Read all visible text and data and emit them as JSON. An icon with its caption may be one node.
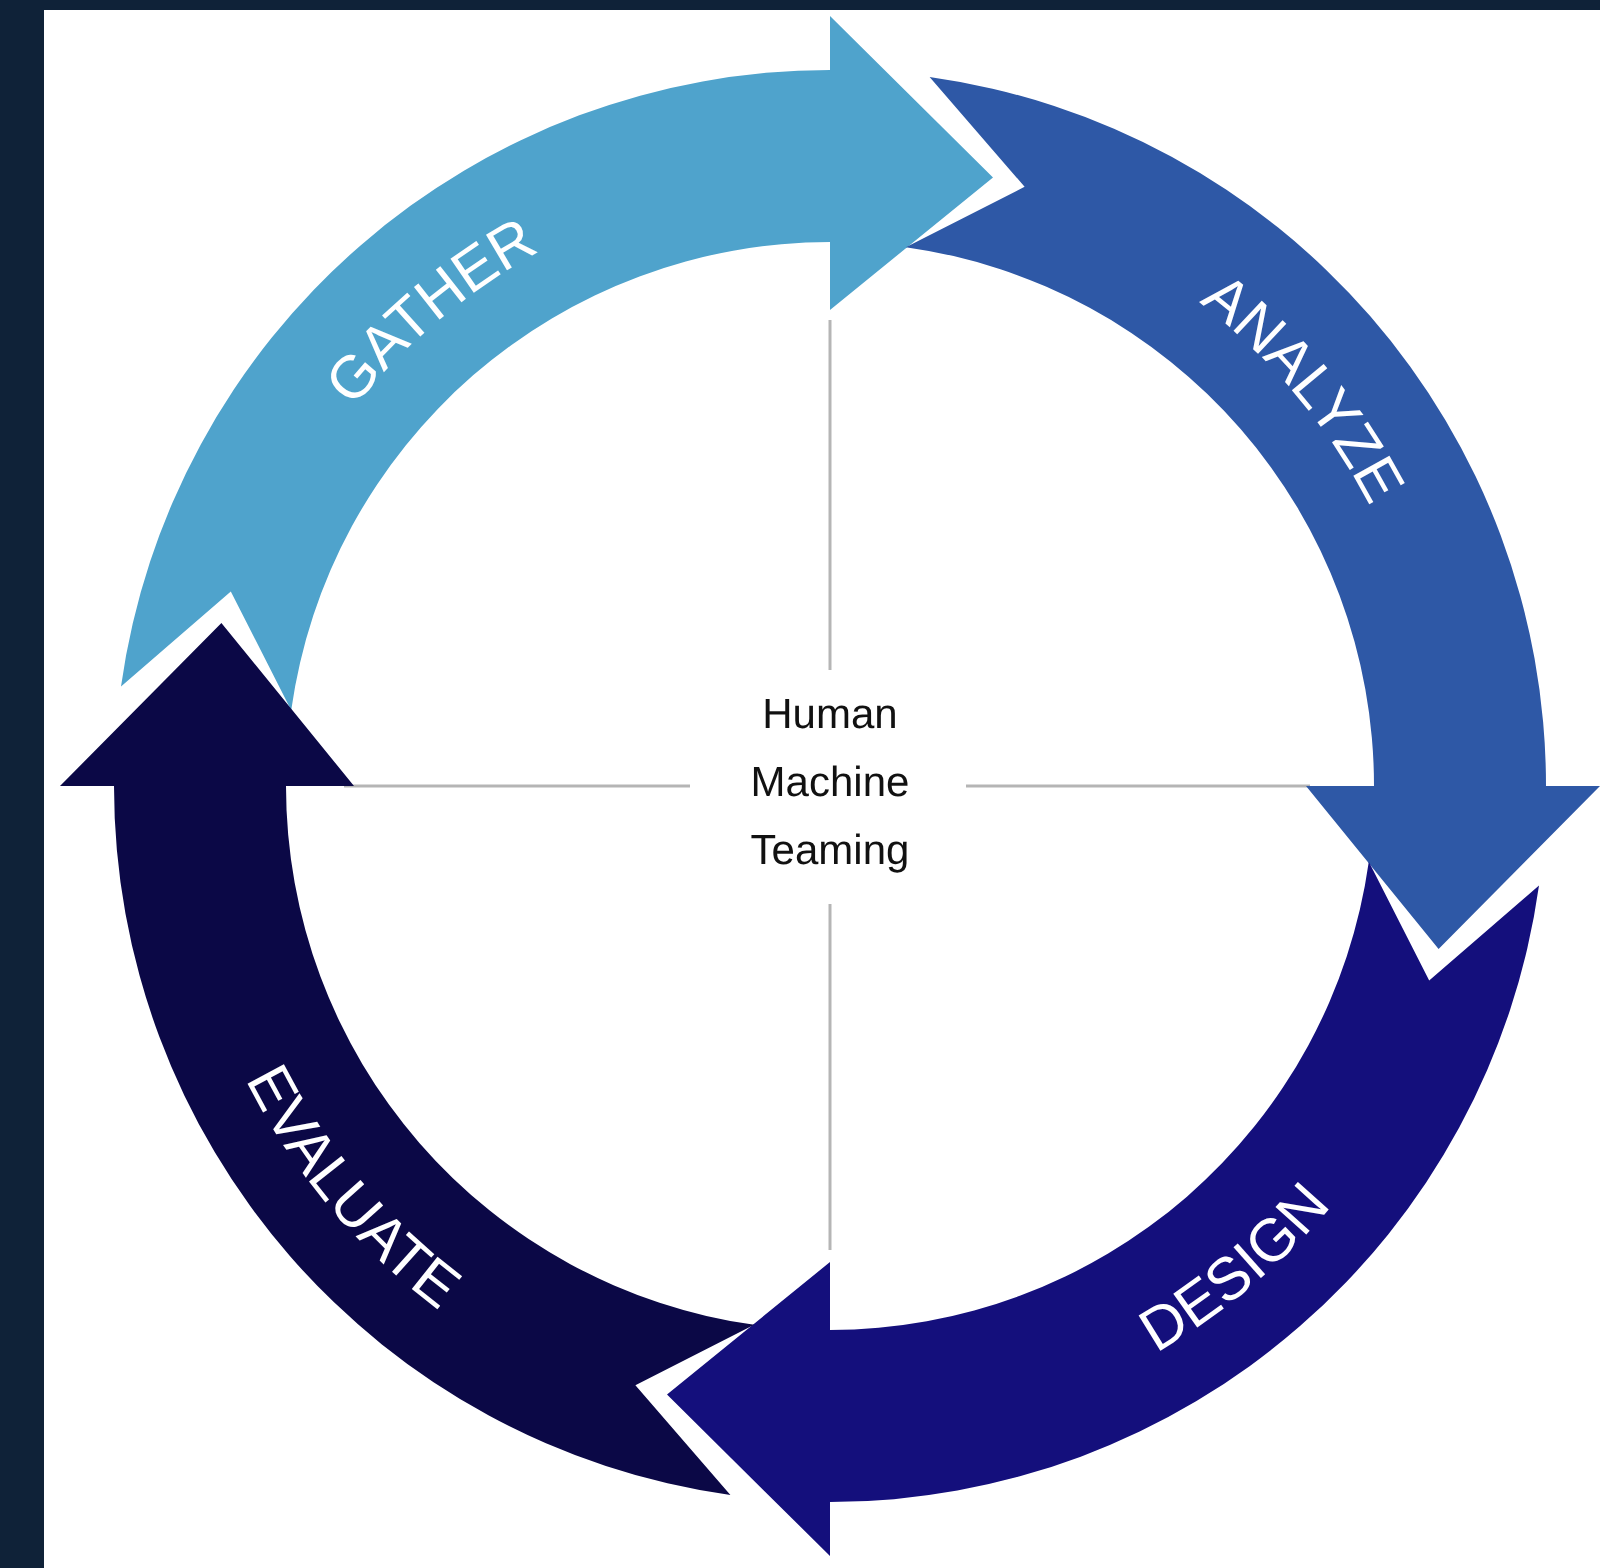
{
  "diagram": {
    "nodes": [
      {
        "text": [
          "GATHER"
        ]
      },
      {
        "text": [
          "ANALYZE"
        ]
      },
      {
        "text": [
          "DESIGN"
        ]
      },
      {
        "text": [
          "EVALUATE"
        ]
      },
      {
        "text": [
          "Human Machine Teaming"
        ]
      }
    ]
  }
}
